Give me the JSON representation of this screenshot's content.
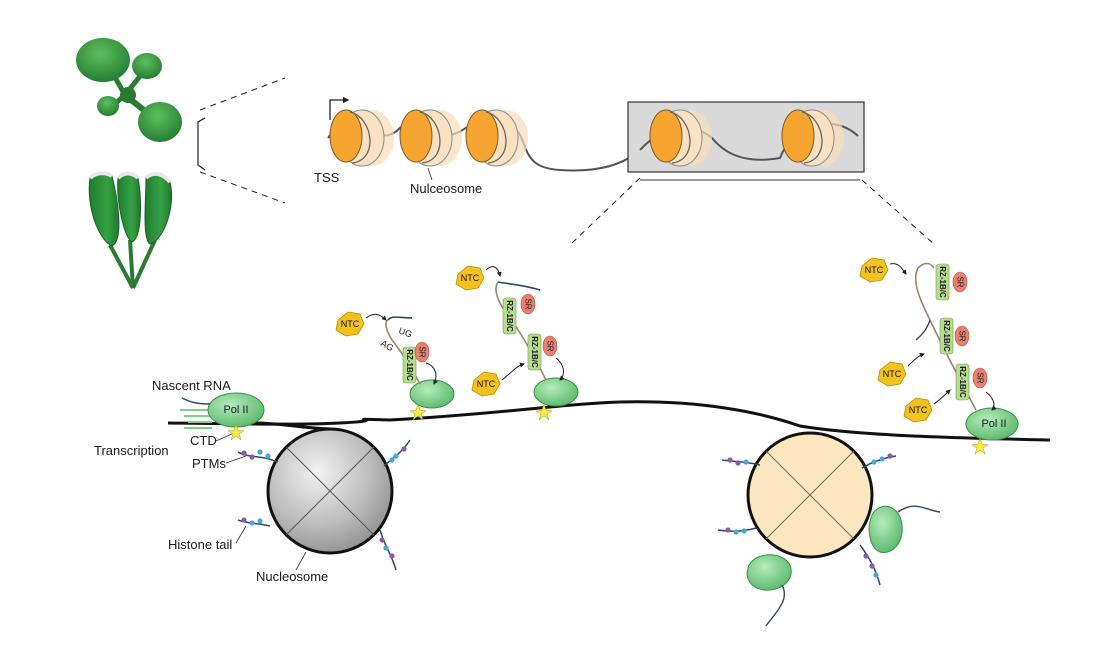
{
  "labels": {
    "tss": "TSS",
    "nucleosome_top": "Nulceosome",
    "nascent_rna": "Nascent RNA",
    "transcription": "Transcription",
    "ctd": "CTD",
    "ptms": "PTMs",
    "histone_tail": "Histone tail",
    "nucleosome_bottom": "Nucleosome",
    "pol2": "Pol II",
    "ntc": "NTC",
    "sr": "SR",
    "rz": "RZ-1B/C",
    "ug": "UG",
    "ag": "AG"
  },
  "colors": {
    "nucleosome_orange": "#f7a531",
    "nucleosome_light": "#f8ddb6",
    "pol2_green": "#7fce8b",
    "ntc_yellow": "#f3c21e",
    "sr_red": "#ea7f6e",
    "rz_green": "#b7db8f",
    "plant_green": "#2e8b3c"
  }
}
